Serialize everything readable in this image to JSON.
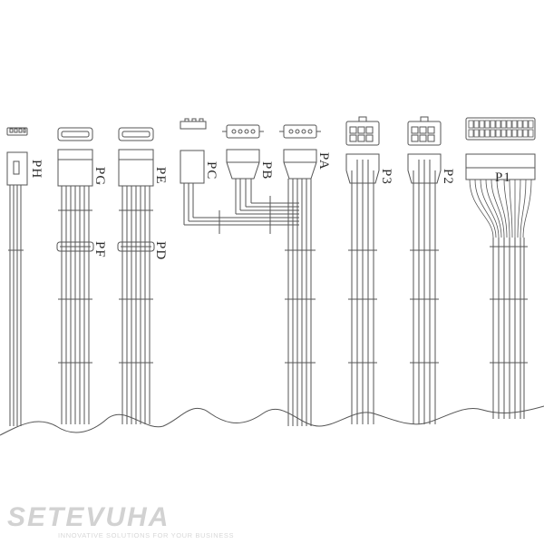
{
  "diagram": {
    "connectors": [
      {
        "id": "ph",
        "label": "PH",
        "type": "small-4pin-floppy"
      },
      {
        "id": "pg",
        "label": "PG",
        "type": "sata"
      },
      {
        "id": "pf",
        "label": "PF",
        "type": "sata"
      },
      {
        "id": "pe",
        "label": "PE",
        "type": "sata"
      },
      {
        "id": "pd",
        "label": "PD",
        "type": "sata"
      },
      {
        "id": "pc",
        "label": "PC",
        "type": "fan-3pin"
      },
      {
        "id": "pb",
        "label": "PB",
        "type": "molex-4pin"
      },
      {
        "id": "pa",
        "label": "PA",
        "type": "molex-4pin"
      },
      {
        "id": "p3",
        "label": "P3",
        "type": "atx12v-4pin"
      },
      {
        "id": "p2",
        "label": "P2",
        "type": "atx12v-4pin"
      },
      {
        "id": "p1",
        "label": "P1",
        "type": "atx-main-24pin"
      }
    ],
    "line_color": "#555555"
  },
  "watermark": {
    "brand": "SETEVUHA",
    "tagline": "INNOVATIVE SOLUTIONS FOR YOUR BUSINESS"
  }
}
